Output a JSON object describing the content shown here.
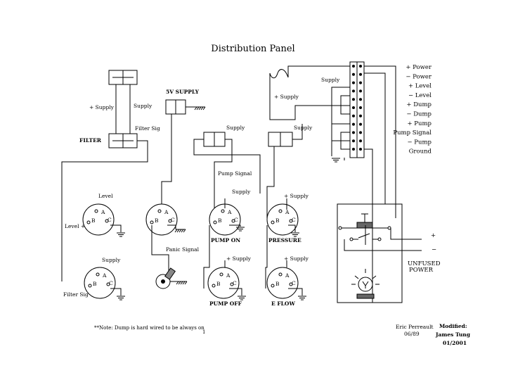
{
  "title": "Distribution Panel",
  "terminal_labels": [
    "+ Power",
    "− Power",
    "+ Level",
    "− Level",
    "+ Dump",
    "− Dump",
    "+ Pump",
    "Pump Signal",
    "− Pump",
    "Ground"
  ],
  "labels": {
    "supply_right": "Supply",
    "plus_supply_right": "+ Supply",
    "sv_supply": "5V SUPPLY",
    "plus_supply_left": "+ Supply",
    "supply_left": "Supply",
    "filter_sig_top": "Filter Sig",
    "filter": "FILTER",
    "supply_mid": "Supply",
    "supply_mid_right": "Supply",
    "pump_signal": "Pump Signal",
    "supply_pump_on": "Supply",
    "plus_supply_pressure": "+ Supply",
    "level": "Level",
    "level_side": "Level +",
    "panic_signal": "Panic Signal",
    "supply_filter": "Supply",
    "filter_sig_bottom": "Filter Sig",
    "plus_supply_pump_off": "+ Supply",
    "plus_supply_eflow": "+ Supply",
    "pump_on": "PUMP ON",
    "pressure": "PRESSURE",
    "pump_off": "PUMP OFF",
    "e_flow": "E FLOW",
    "plus": "+",
    "minus": "−",
    "unfused_power": [
      "UNFUSED",
      "POWER"
    ]
  },
  "pins": {
    "a": "A",
    "b": "B",
    "c": "C"
  },
  "footer": {
    "note": "**Note: Dump is hard wired to be always on",
    "page": "1",
    "author": "Eric Perreault",
    "author_date": "06/89",
    "modified_label": "Modified:",
    "modified_by": "James Tung",
    "modified_date": "01/2001"
  }
}
